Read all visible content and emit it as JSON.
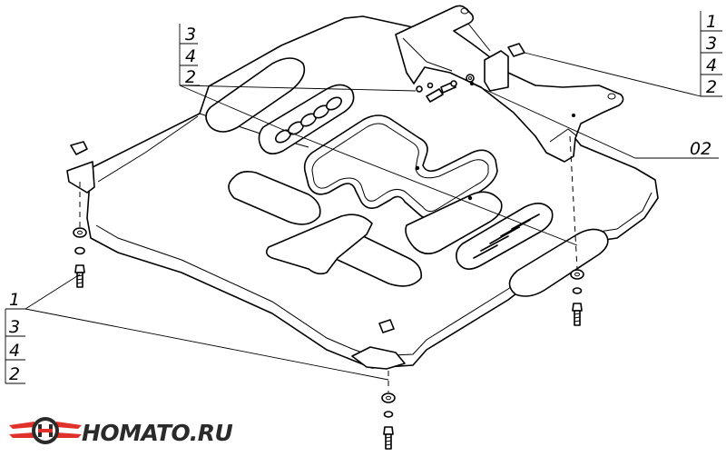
{
  "callouts": {
    "top_left": [
      "3",
      "4",
      "2"
    ],
    "top_right": [
      "1",
      "3",
      "4",
      "2"
    ],
    "bottom_left": [
      "1",
      "3",
      "4",
      "2"
    ],
    "part_02": "02"
  },
  "logo": {
    "text": "HOMATO.RU",
    "accent_color": "#e0312b",
    "dark_color": "#2a2a2a"
  },
  "colors": {
    "line": "#000000",
    "background": "#ffffff"
  }
}
